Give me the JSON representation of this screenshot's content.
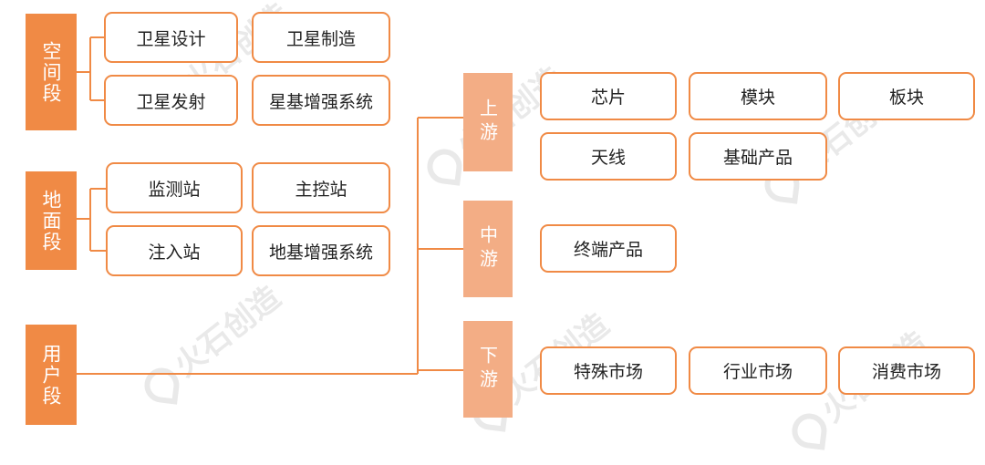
{
  "segments": {
    "space": "空间段",
    "ground": "地面段",
    "user": "用户段"
  },
  "space_boxes": [
    "卫星设计",
    "卫星制造",
    "卫星发射",
    "星基增强系统"
  ],
  "ground_boxes": [
    "监测站",
    "主控站",
    "注入站",
    "地基增强系统"
  ],
  "stages": {
    "upstream": "上游",
    "midstream": "中游",
    "downstream": "下游"
  },
  "upstream_boxes": [
    "芯片",
    "模块",
    "板块",
    "天线",
    "基础产品"
  ],
  "midstream_boxes": [
    "终端产品"
  ],
  "downstream_boxes": [
    "特殊市场",
    "行业市场",
    "消费市场"
  ],
  "colors": {
    "accent": "#f08a45",
    "stage": "#f3ad85"
  },
  "watermark": "火石创造"
}
